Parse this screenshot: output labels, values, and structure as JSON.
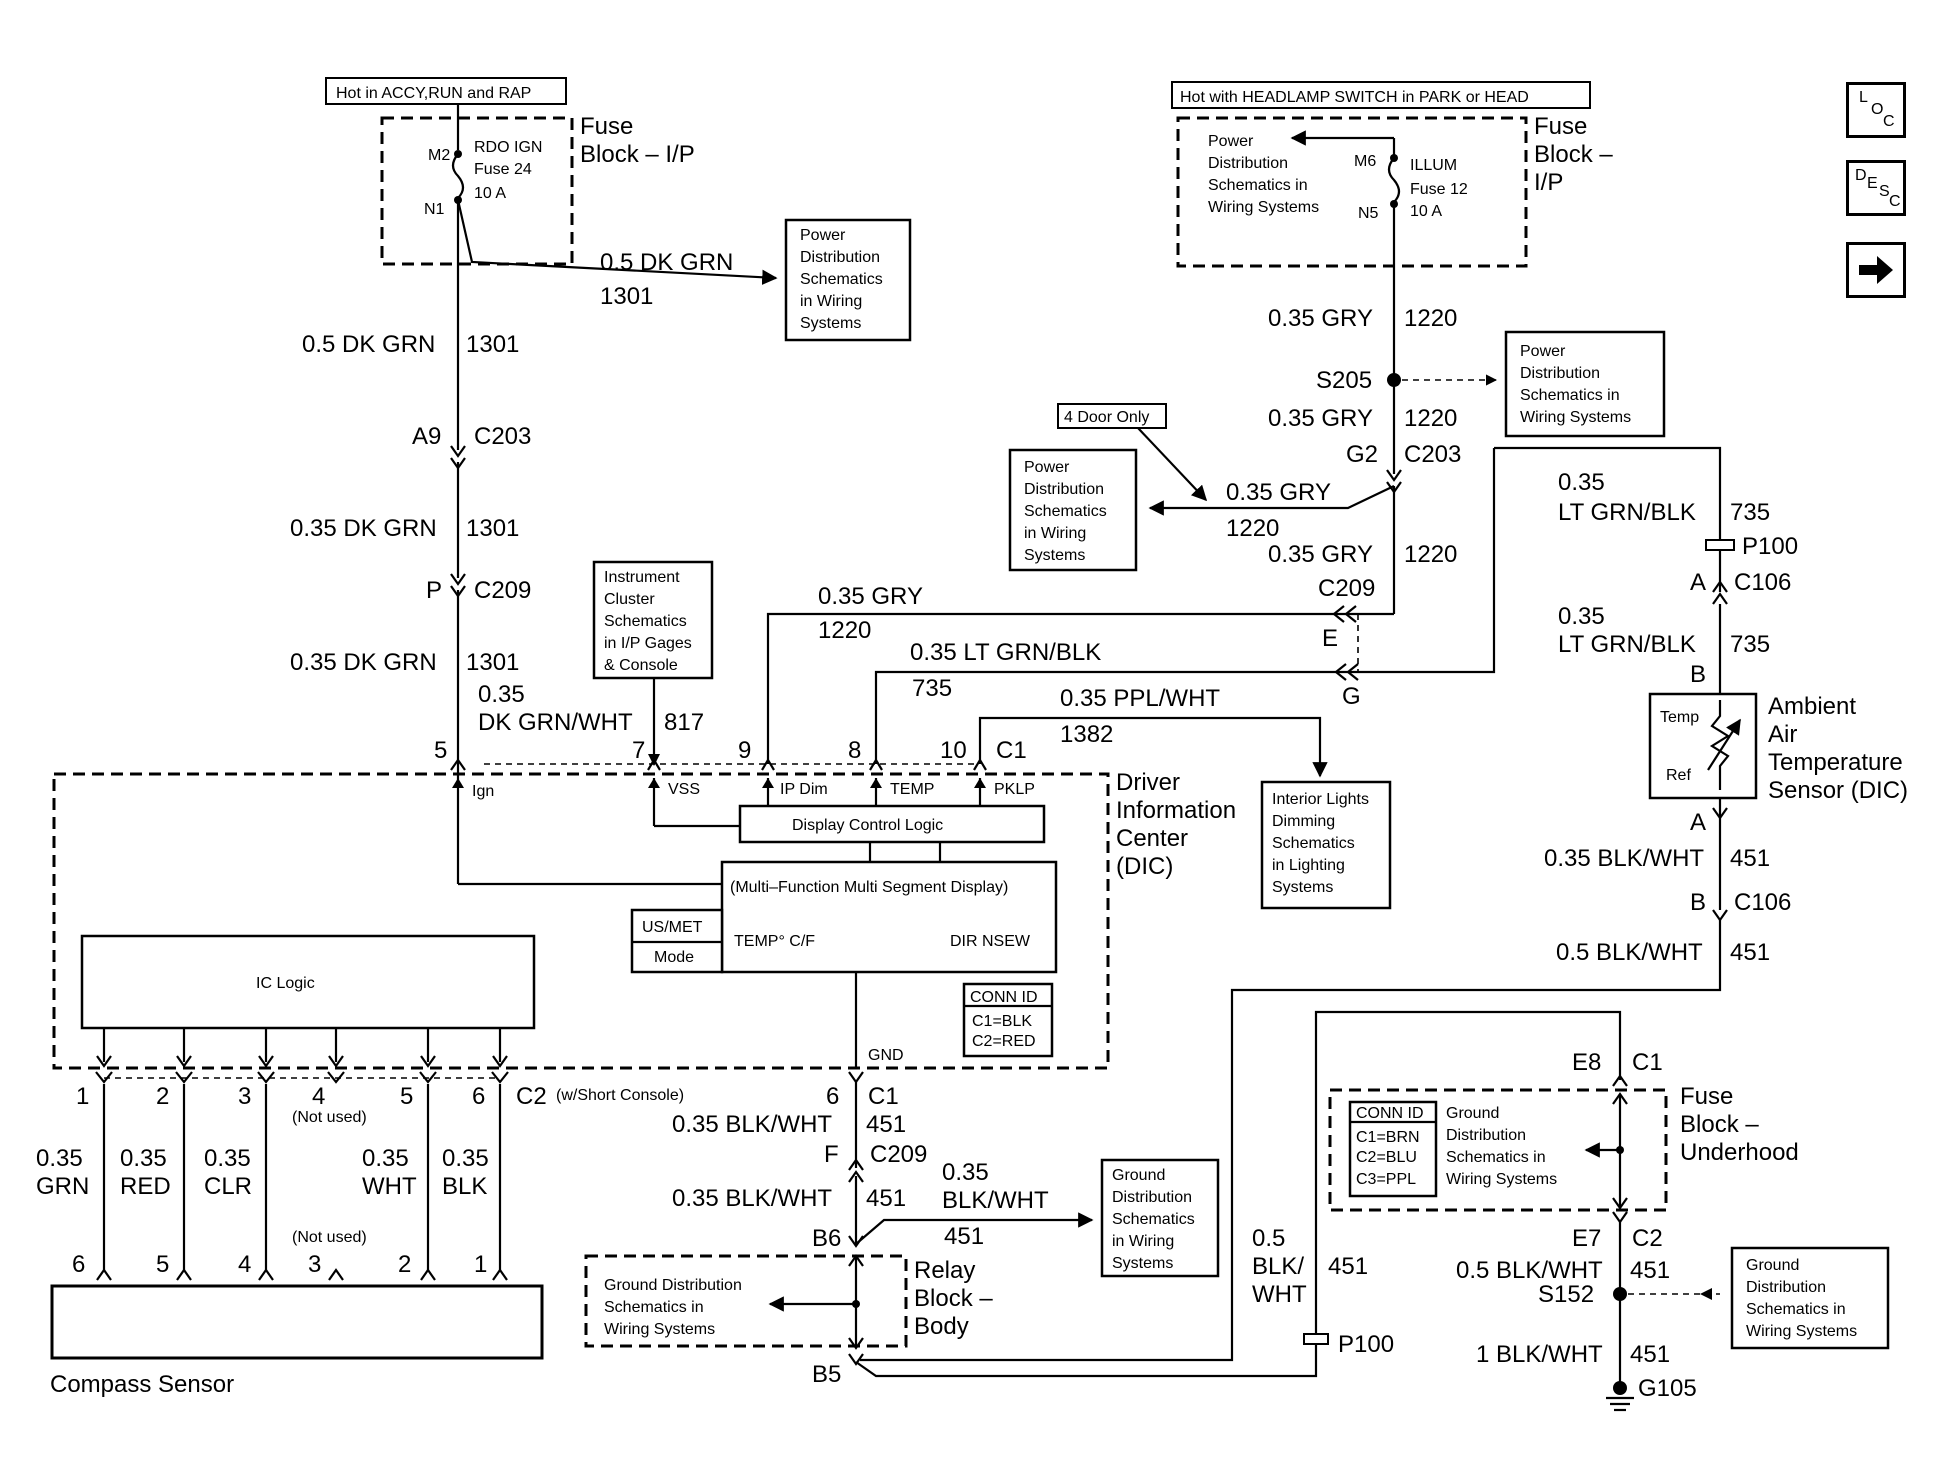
{
  "nav": {
    "loc": {
      "l1": "L",
      "l2": "O",
      "l3": "C"
    },
    "desc": {
      "l1": "D",
      "l2": "E",
      "l3": "S",
      "l4": "C"
    },
    "next_icon": "right-arrow-icon"
  },
  "notes": {
    "hot_accy": "Hot in ACCY,RUN and RAP",
    "hot_headlamp": "Hot with HEADLAMP SWITCH in PARK or HEAD",
    "four_door": "4 Door Only",
    "not_used_top": "(Not used)",
    "not_used_bottom": "(Not used)",
    "short_console": "(w/Short Console)"
  },
  "fuse_ip_left": {
    "title1": "Fuse",
    "title2": "Block – I/P",
    "m2": "M2",
    "n1": "N1",
    "fuse1": "RDO IGN",
    "fuse2": "Fuse 24",
    "fuse3": "10 A"
  },
  "fuse_ip_right": {
    "title1": "Fuse",
    "title2": "Block –",
    "title3": "I/P",
    "m6": "M6",
    "n5": "N5",
    "fuse1": "ILLUM",
    "fuse2": "Fuse 12",
    "fuse3": "10 A",
    "pd1": "Power",
    "pd2": "Distribution",
    "pd3": "Schematics in",
    "pd4": "Wiring Systems"
  },
  "ref_boxes": {
    "pd_a": [
      "Power",
      "Distribution",
      "Schematics",
      "in Wiring",
      "Systems"
    ],
    "pd_b": [
      "Power",
      "Distribution",
      "Schematics in",
      "Wiring Systems"
    ],
    "pd_c": [
      "Power",
      "Distribution",
      "Schematics",
      "in Wiring",
      "Systems"
    ],
    "ic": [
      "Instrument",
      "Cluster",
      "Schematics",
      "in I/P Gages",
      "& Console"
    ],
    "interior": [
      "Interior Lights",
      "Dimming",
      "Schematics",
      "in Lighting",
      "Systems"
    ],
    "gnd_a": [
      "Ground",
      "Distribution",
      "Schematics",
      "in Wiring",
      "Systems"
    ],
    "gnd_b": [
      "Ground",
      "Distribution",
      "Schematics in",
      "Wiring Systems"
    ],
    "gnd_relay": [
      "Ground Distribution",
      "Schematics in",
      "Wiring Systems"
    ],
    "gnd_uh": [
      "Ground",
      "Distribution",
      "Schematics in",
      "Wiring Systems"
    ]
  },
  "wires_left": {
    "w1_color": "0.5 DK GRN",
    "w1_circ": "1301",
    "w2_color": "0.5 DK GRN",
    "w2_circ": "1301",
    "a9": "A9",
    "c203": "C203",
    "w3_color": "0.35 DK GRN",
    "w3_circ": "1301",
    "p": "P",
    "c209": "C209",
    "w4_color": "0.35 DK GRN",
    "w4_circ": "1301",
    "vss_a": "0.35",
    "vss_b": "DK GRN/WHT",
    "vss_circ": "817"
  },
  "wires_right": {
    "g1_color": "0.35 GRY",
    "g1_circ": "1220",
    "s205": "S205",
    "g2_color": "0.35 GRY",
    "g2_circ": "1220",
    "g2": "G2",
    "c203": "C203",
    "g3_color": "0.35 GRY",
    "g3_circ": "1220",
    "g4_color": "0.35 GRY",
    "g4_circ": "1220",
    "c209": "C209",
    "e": "E",
    "g": "G",
    "g5_color": "0.35 GRY",
    "g5_circ": "1220",
    "t_color": "0.35 LT GRN/BLK",
    "t_circ": "735",
    "p_color": "0.35 PPL/WHT",
    "p_circ": "1382"
  },
  "ambient": {
    "a1": "0.35",
    "a2": "LT GRN/BLK",
    "a_circ": "735",
    "p100": "P100",
    "a": "A",
    "c106": "C106",
    "b1": "0.35",
    "b2": "LT GRN/BLK",
    "b_circ": "735",
    "b": "B",
    "temp": "Temp",
    "ref": "Ref",
    "title1": "Ambient",
    "title2": "Air",
    "title3": "Temperature",
    "title4": "Sensor (DIC)",
    "a_lower": "A",
    "w1_color": "0.35 BLK/WHT",
    "w1_circ": "451",
    "b_lower": "B",
    "c106_lower": "C106",
    "w2_color": "0.5 BLK/WHT",
    "w2_circ": "451"
  },
  "dic": {
    "pin5": "5",
    "pin7": "7",
    "pin9": "9",
    "pin8": "8",
    "pin10": "10",
    "c1": "C1",
    "ign": "Ign",
    "vss": "VSS",
    "ipdim": "IP Dim",
    "temp": "TEMP",
    "pklp": "PKLP",
    "display_logic": "Display Control Logic",
    "multi": "(Multi–Function Multi Segment Display)",
    "temp_cf": "TEMP° C/F",
    "dir": "DIR NSEW",
    "usmet": "US/MET",
    "mode": "Mode",
    "ic_logic": "IC Logic",
    "connid": "CONN ID",
    "c1blk": "C1=BLK",
    "c2red": "C2=RED",
    "gnd": "GND",
    "title1": "Driver",
    "title2": "Information",
    "title3": "Center",
    "title4": "(DIC)"
  },
  "compass": {
    "top_pins": [
      "1",
      "2",
      "3",
      "4",
      "5",
      "6"
    ],
    "c2": "C2",
    "w1": [
      "0.35",
      "GRN"
    ],
    "w2": [
      "0.35",
      "RED"
    ],
    "w3": [
      "0.35",
      "CLR"
    ],
    "w5": [
      "0.35",
      "WHT"
    ],
    "w6": [
      "0.35",
      "BLK"
    ],
    "bottom_pins": [
      "6",
      "5",
      "4",
      "3",
      "2",
      "1"
    ],
    "label": "Compass Sensor"
  },
  "ground_center": {
    "pin6": "6",
    "c1": "C1",
    "w1_color": "0.35 BLK/WHT",
    "w1_circ": "451",
    "f": "F",
    "c209": "C209",
    "w2_color": "0.35 BLK/WHT",
    "w2_circ": "451",
    "b6": "B6",
    "bw1": "0.35",
    "bw2": "BLK/WHT",
    "bw_circ": "451",
    "relay1": "Relay",
    "relay2": "Block –",
    "relay3": "Body",
    "b5": "B5"
  },
  "underhood": {
    "e8": "E8",
    "c1": "C1",
    "title1": "Fuse",
    "title2": "Block –",
    "title3": "Underhood",
    "connid": "CONN ID",
    "c1brn": "C1=BRN",
    "c2blu": "C2=BLU",
    "c3ppl": "C3=PPL",
    "e7": "E7",
    "c2": "C2",
    "w1_color": "0.5 BLK/WHT",
    "w1_circ": "451",
    "s152": "S152",
    "w2_color": "1 BLK/WHT",
    "w2_circ": "451",
    "g105": "G105",
    "left1": "0.5",
    "left2": "BLK/",
    "left3": "WHT",
    "left_circ": "451",
    "p100": "P100"
  }
}
